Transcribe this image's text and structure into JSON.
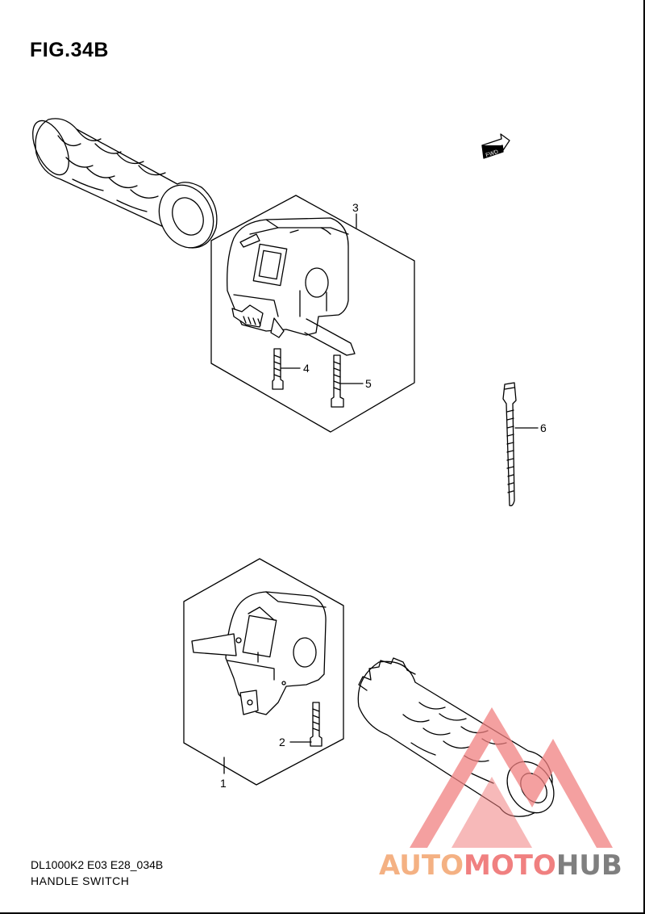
{
  "figure": {
    "title": "FIG.34B"
  },
  "footer": {
    "model_code": "DL1000K2 E03 E28_034B",
    "caption": "HANDLE SWITCH"
  },
  "direction_marker": {
    "label": "FWD"
  },
  "callouts": [
    {
      "number": "1"
    },
    {
      "number": "2"
    },
    {
      "number": "3"
    },
    {
      "number": "4"
    },
    {
      "number": "5"
    },
    {
      "number": "6"
    }
  ],
  "watermark": {
    "part1": "AUTO",
    "part2": "MOTO",
    "part3": "HUB",
    "colors": [
      "#f4b183",
      "#f08080",
      "#7f7f7f"
    ]
  }
}
